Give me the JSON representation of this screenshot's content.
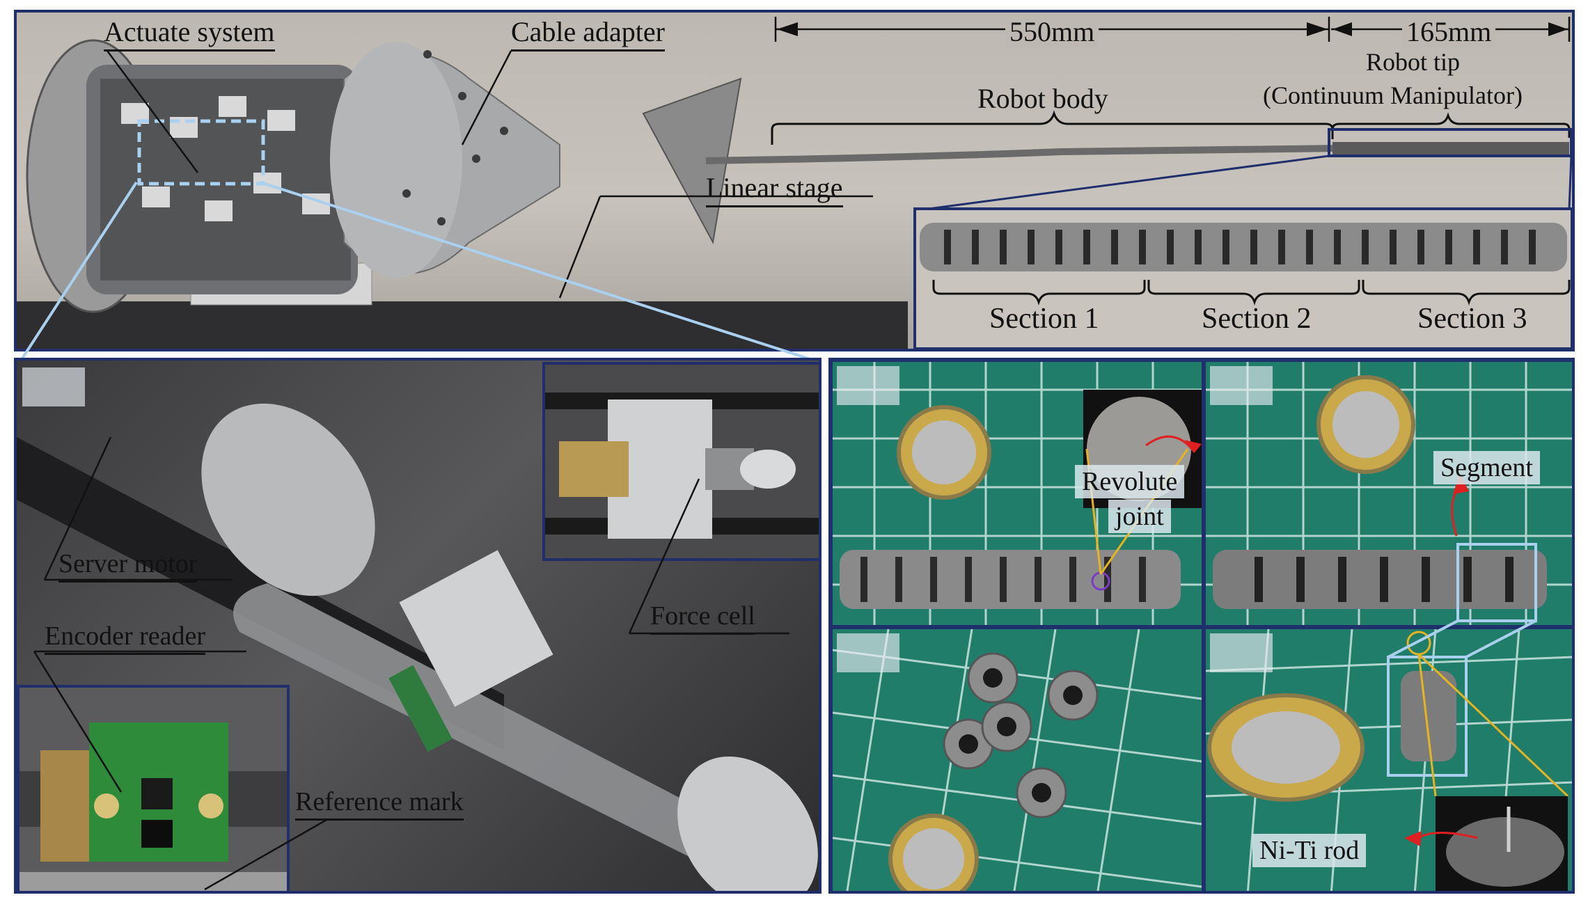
{
  "top": {
    "labels": {
      "actuate_system": "Actuate system",
      "cable_adapter": "Cable adapter",
      "linear_stage": "Linear stage",
      "robot_body": "Robot body",
      "robot_tip": "Robot tip",
      "robot_tip_sub": "(Continuum Manipulator)",
      "dim_body": "550mm",
      "dim_tip": "165mm"
    },
    "sections": [
      "Section 1",
      "Section 2",
      "Section 3"
    ]
  },
  "bottom_left": {
    "labels": {
      "server_motor": "Server motor",
      "encoder_reader": "Encoder reader",
      "force_cell": "Force cell",
      "reference_mark": "Reference mark"
    }
  },
  "bottom_right": {
    "labels": {
      "revolute_joint_line1": "Revolute",
      "revolute_joint_line2": "joint",
      "segment": "Segment",
      "niti_rod": "Ni-Ti rod"
    }
  },
  "colors": {
    "frame": "#1f2f6b",
    "highlight_box": "#a9d0ee",
    "zoom_line": "#e6b422",
    "arrow": "#e02020",
    "cutting_mat": "#1f7d6a"
  }
}
